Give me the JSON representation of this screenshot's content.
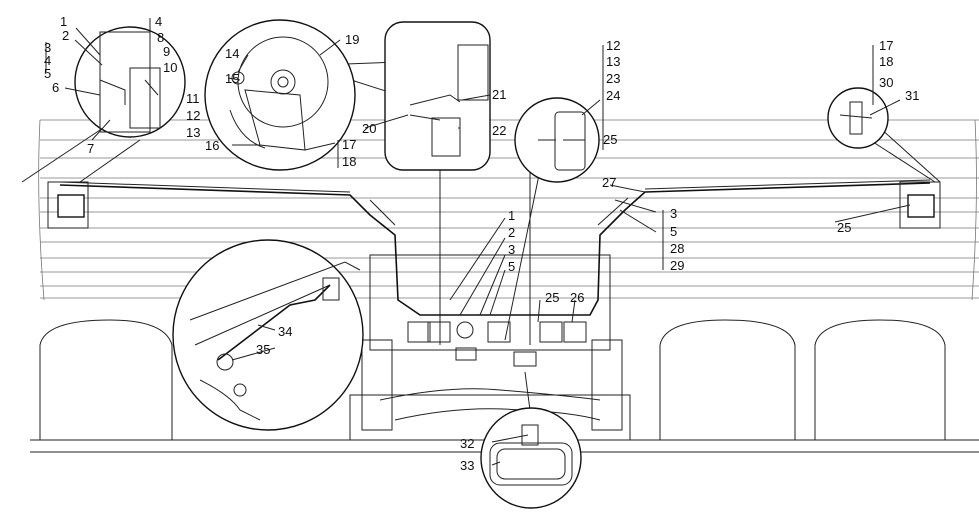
{
  "labels": [
    {
      "id": "l1",
      "text": "1"
    },
    {
      "id": "l2",
      "text": "2"
    },
    {
      "id": "l3",
      "text": "3"
    },
    {
      "id": "l4a",
      "text": "4"
    },
    {
      "id": "l4b",
      "text": "4"
    },
    {
      "id": "l5",
      "text": "5"
    },
    {
      "id": "l6",
      "text": "6"
    },
    {
      "id": "l7",
      "text": "7"
    },
    {
      "id": "l8",
      "text": "8"
    },
    {
      "id": "l9",
      "text": "9"
    },
    {
      "id": "l10",
      "text": "10"
    },
    {
      "id": "l11",
      "text": "11"
    },
    {
      "id": "l12",
      "text": "12"
    },
    {
      "id": "l13",
      "text": "13"
    },
    {
      "id": "l14",
      "text": "14"
    },
    {
      "id": "l15",
      "text": "15"
    },
    {
      "id": "l16",
      "text": "16"
    },
    {
      "id": "l17",
      "text": "17"
    },
    {
      "id": "l18",
      "text": "18"
    },
    {
      "id": "l19",
      "text": "19"
    },
    {
      "id": "l20",
      "text": "20"
    },
    {
      "id": "l21",
      "text": "21"
    },
    {
      "id": "l22",
      "text": "22"
    },
    {
      "id": "r12",
      "text": "12"
    },
    {
      "id": "r13",
      "text": "13"
    },
    {
      "id": "r23",
      "text": "23"
    },
    {
      "id": "r24",
      "text": "24"
    },
    {
      "id": "r25a",
      "text": "25"
    },
    {
      "id": "r17",
      "text": "17"
    },
    {
      "id": "r18",
      "text": "18"
    },
    {
      "id": "r30",
      "text": "30"
    },
    {
      "id": "r31",
      "text": "31"
    },
    {
      "id": "r25b",
      "text": "25"
    },
    {
      "id": "r27",
      "text": "27"
    },
    {
      "id": "m1",
      "text": "1"
    },
    {
      "id": "m2",
      "text": "2"
    },
    {
      "id": "m3",
      "text": "3"
    },
    {
      "id": "m5",
      "text": "5"
    },
    {
      "id": "n3",
      "text": "3"
    },
    {
      "id": "n5",
      "text": "5"
    },
    {
      "id": "n28",
      "text": "28"
    },
    {
      "id": "n29",
      "text": "29"
    },
    {
      "id": "b25",
      "text": "25"
    },
    {
      "id": "b26",
      "text": "26"
    },
    {
      "id": "s34",
      "text": "34"
    },
    {
      "id": "s35",
      "text": "35"
    },
    {
      "id": "s32",
      "text": "32"
    },
    {
      "id": "s33",
      "text": "33"
    }
  ]
}
